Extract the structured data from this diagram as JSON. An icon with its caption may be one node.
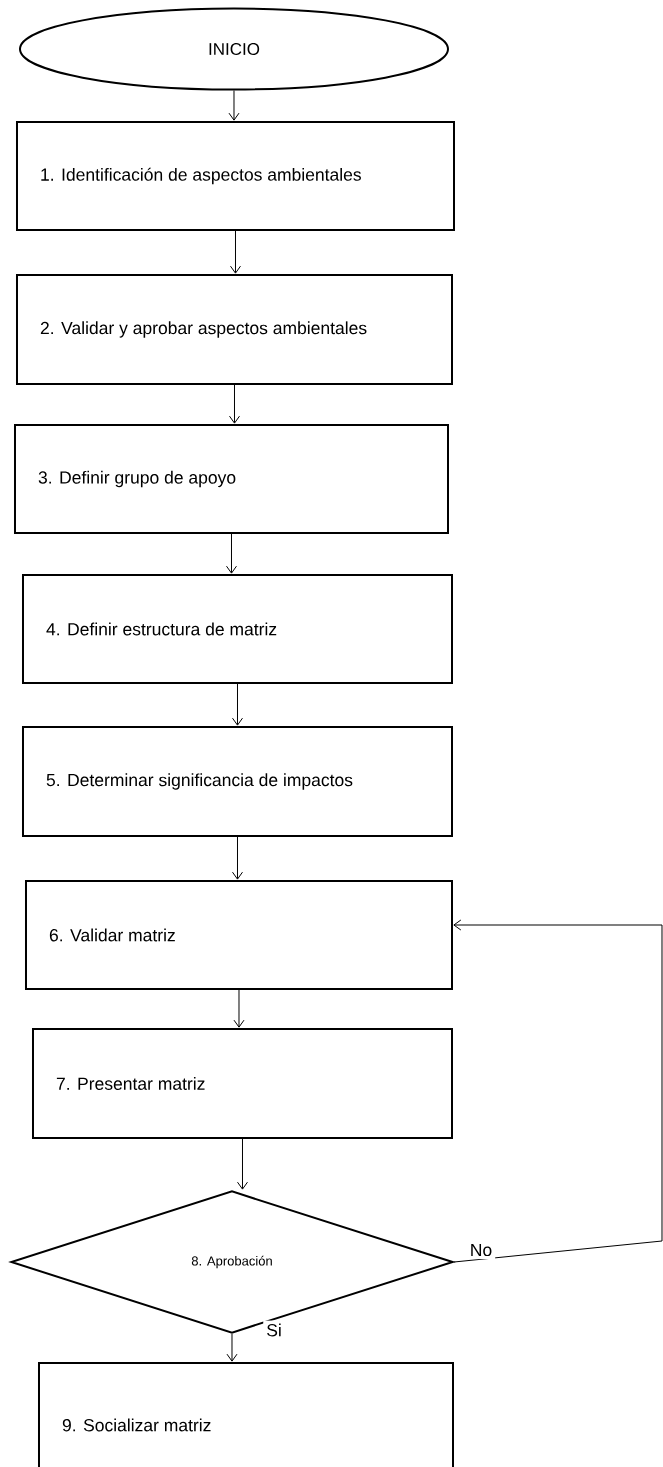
{
  "diagram": {
    "nodes": [
      {
        "text": [
          "INICIO"
        ]
      },
      {
        "text": [
          "1. Identificación de aspectos ambientales"
        ]
      },
      {
        "text": [
          "2. Validar y aprobar aspectos ambientales"
        ]
      },
      {
        "text": [
          "3. Definir grupo de apoyo"
        ]
      },
      {
        "text": [
          "4. Definir estructura de matriz"
        ]
      },
      {
        "text": [
          "5. Determinar significancia de impactos"
        ]
      },
      {
        "text": [
          "6. Validar matriz"
        ]
      },
      {
        "text": [
          "7. Presentar matriz"
        ]
      },
      {
        "text": [
          "8. Aprobación"
        ]
      },
      {
        "text": [
          "9. Socializar matriz"
        ]
      }
    ],
    "edges": [
      {
        "from": 0,
        "to": 1,
        "arrow": "to"
      },
      {
        "from": 1,
        "to": 2,
        "arrow": "to"
      },
      {
        "from": 2,
        "to": 3,
        "arrow": "to"
      },
      {
        "from": 3,
        "to": 4,
        "arrow": "to"
      },
      {
        "from": 4,
        "to": 5,
        "arrow": "to"
      },
      {
        "from": 5,
        "to": 6,
        "arrow": "to"
      },
      {
        "from": 6,
        "to": 7,
        "arrow": "to"
      },
      {
        "from": 7,
        "to": 8,
        "arrow": "to"
      },
      {
        "from": 8,
        "to": 9,
        "arrow": "to",
        "label": "Si"
      },
      {
        "from": 8,
        "to": 6,
        "arrow": "to",
        "label": "No"
      }
    ]
  }
}
